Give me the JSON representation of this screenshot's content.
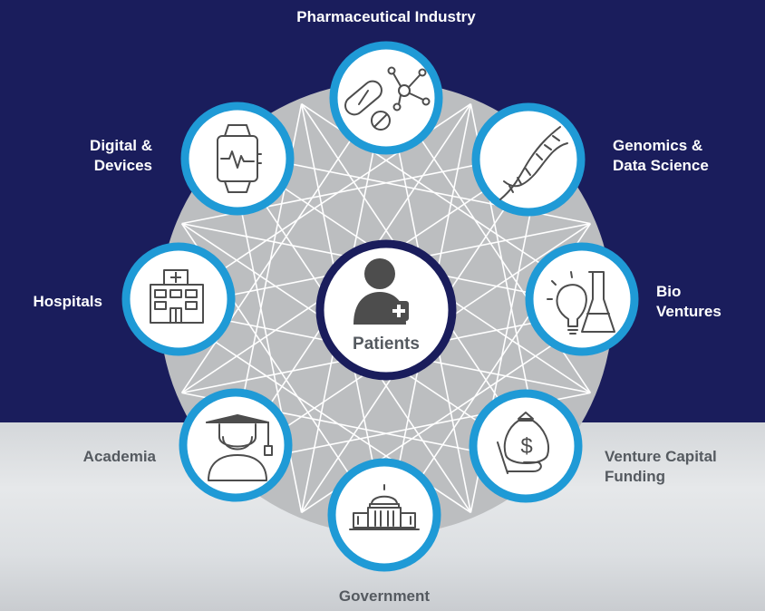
{
  "center": {
    "label": "Patients",
    "icon": "patient-plus-icon"
  },
  "nodes": [
    {
      "id": "pharma",
      "label_lines": [
        "Pharmaceutical Industry"
      ],
      "icon": "pills-molecule-icon"
    },
    {
      "id": "genomics",
      "label_lines": [
        "Genomics &",
        "Data Science"
      ],
      "icon": "dna-icon"
    },
    {
      "id": "bio",
      "label_lines": [
        "Bio",
        "Ventures"
      ],
      "icon": "lightbulb-flask-icon"
    },
    {
      "id": "vc",
      "label_lines": [
        "Venture Capital",
        "Funding"
      ],
      "icon": "money-bag-hand-icon"
    },
    {
      "id": "government",
      "label_lines": [
        "Government"
      ],
      "icon": "capitol-building-icon"
    },
    {
      "id": "academia",
      "label_lines": [
        "Academia"
      ],
      "icon": "graduate-icon"
    },
    {
      "id": "hospitals",
      "label_lines": [
        "Hospitals"
      ],
      "icon": "hospital-icon"
    },
    {
      "id": "digital",
      "label_lines": [
        "Digital &",
        "Devices"
      ],
      "icon": "smartwatch-icon"
    }
  ],
  "colors": {
    "background_top": "#1a1d5c",
    "ring_blue": "#1f9ad6",
    "center_ring": "#1a1d5c",
    "disc_gray": "#bcbec0",
    "icon_stroke": "#4d4d4d"
  }
}
